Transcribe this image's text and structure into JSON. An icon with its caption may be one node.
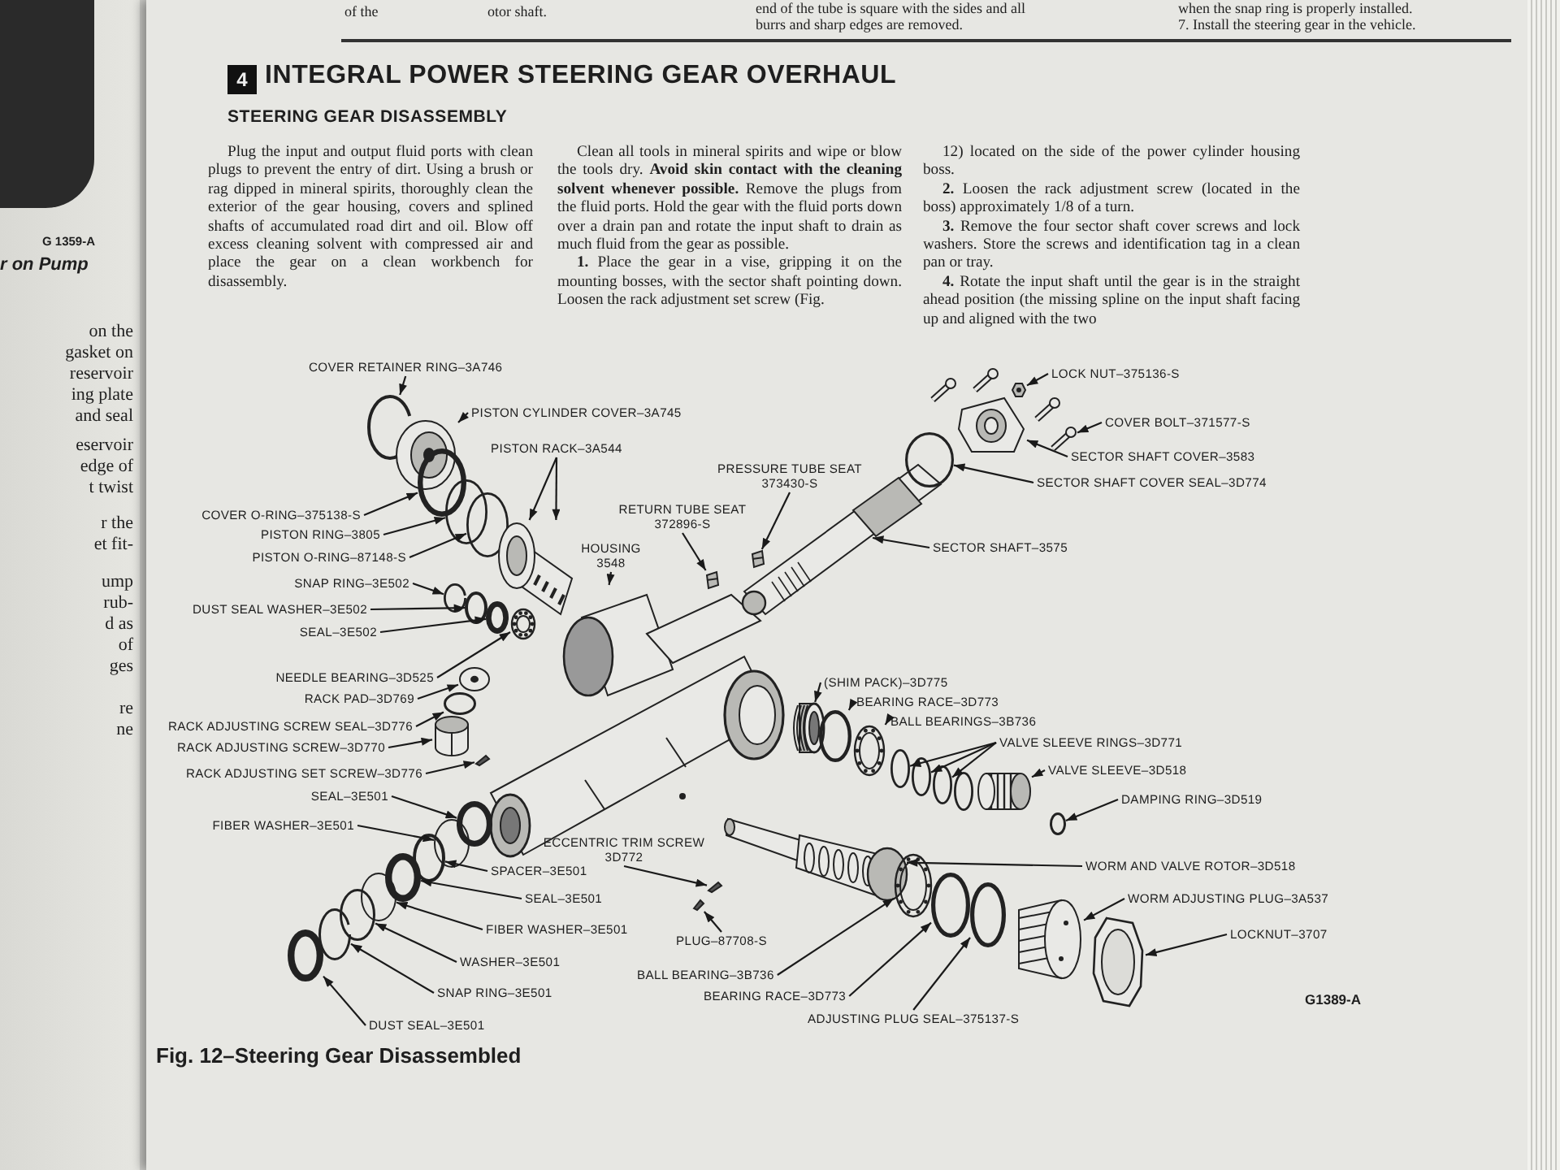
{
  "diagram": {
    "title": "INTEGRAL POWER STEERING GEAR OVERHAUL",
    "caption": "Fig. 12–Steering Gear Disassembled",
    "nodes": [
      {
        "text": [
          "COVER RETAINER RING–3A746"
        ]
      },
      {
        "text": [
          "PISTON CYLINDER COVER–3A745"
        ]
      },
      {
        "text": [
          "PISTON RACK–3A544"
        ]
      },
      {
        "text": [
          "LOCK NUT–375136-S"
        ]
      },
      {
        "text": [
          "COVER BOLT–371577-S"
        ]
      },
      {
        "text": [
          "SECTOR SHAFT COVER–3583"
        ]
      },
      {
        "text": [
          "SECTOR SHAFT COVER SEAL–3D774"
        ]
      },
      {
        "text": [
          "PRESSURE TUBE SEAT 373430-S"
        ]
      },
      {
        "text": [
          "COVER O-RING–375138-S"
        ]
      },
      {
        "text": [
          "RETURN TUBE SEAT 372896-S"
        ]
      },
      {
        "text": [
          "PISTON RING–3805"
        ]
      },
      {
        "text": [
          "SECTOR SHAFT–3575"
        ]
      },
      {
        "text": [
          "HOUSING 3548"
        ]
      },
      {
        "text": [
          "PISTON O-RING–87148-S"
        ]
      },
      {
        "text": [
          "SNAP RING–3E502"
        ]
      },
      {
        "text": [
          "DUST SEAL WASHER–3E502"
        ]
      },
      {
        "text": [
          "SEAL–3E502"
        ]
      },
      {
        "text": [
          "NEEDLE BEARING–3D525"
        ]
      },
      {
        "text": [
          "(SHIM PACK)–3D775"
        ]
      },
      {
        "text": [
          "RACK PAD–3D769"
        ]
      },
      {
        "text": [
          "BEARING RACE–3D773"
        ]
      },
      {
        "text": [
          "BALL BEARINGS–3B736"
        ]
      },
      {
        "text": [
          "RACK ADJUSTING SCREW SEAL–3D776"
        ]
      },
      {
        "text": [
          "VALVE SLEEVE RINGS–3D771"
        ]
      },
      {
        "text": [
          "RACK ADJUSTING SCREW–3D770"
        ]
      },
      {
        "text": [
          "VALVE SLEEVE–3D518"
        ]
      },
      {
        "text": [
          "RACK ADJUSTING SET SCREW–3D776"
        ]
      },
      {
        "text": [
          "SEAL–3E501"
        ]
      },
      {
        "text": [
          "DAMPING RING–3D519"
        ]
      },
      {
        "text": [
          "FIBER WASHER–3E501"
        ]
      },
      {
        "text": [
          "ECCENTRIC TRIM SCREW 3D772"
        ]
      },
      {
        "text": [
          "SPACER–3E501"
        ]
      },
      {
        "text": [
          "WORM AND VALVE ROTOR–3D518"
        ]
      },
      {
        "text": [
          "SEAL–3E501"
        ]
      },
      {
        "text": [
          "WORM ADJUSTING PLUG–3A537"
        ]
      },
      {
        "text": [
          "FIBER WASHER–3E501"
        ]
      },
      {
        "text": [
          "PLUG–87708-S"
        ]
      },
      {
        "text": [
          "LOCKNUT–3707"
        ]
      },
      {
        "text": [
          "WASHER–3E501"
        ]
      },
      {
        "text": [
          "BALL BEARING–3B736"
        ]
      },
      {
        "text": [
          "SNAP RING–3E501"
        ]
      },
      {
        "text": [
          "BEARING RACE–3D773"
        ]
      },
      {
        "text": [
          "ADJUSTING PLUG SEAL–375137-S"
        ]
      },
      {
        "text": [
          "DUST SEAL–3E501"
        ]
      },
      {
        "text": [],
        "shape": "ring"
      },
      {
        "text": [],
        "shape": "picture"
      },
      {
        "text": [],
        "shape": "ring"
      },
      {
        "text": [],
        "shape": "ring"
      },
      {
        "text": [],
        "shape": "ring"
      },
      {
        "text": [],
        "shape": "picture"
      },
      {
        "text": [],
        "shape": "ring"
      },
      {
        "text": [],
        "shape": "ring"
      },
      {
        "text": [],
        "shape": "ring"
      },
      {
        "text": [],
        "shape": "picture"
      },
      {
        "text": [],
        "shape": "picture"
      },
      {
        "text": [],
        "shape": "ring"
      },
      {
        "text": [],
        "shape": "picture"
      },
      {
        "text": [],
        "shape": "picture"
      },
      {
        "text": [],
        "shape": "picture"
      },
      {
        "text": [],
        "shape": "picture"
      },
      {
        "text": [],
        "shape": "picture"
      },
      {
        "text": [],
        "shape": "picture"
      },
      {
        "text": [],
        "shape": "picture"
      },
      {
        "text": [],
        "shape": "picture"
      },
      {
        "text": [],
        "shape": "picture"
      },
      {
        "text": [],
        "shape": "picture"
      },
      {
        "text": [],
        "shape": "picture"
      },
      {
        "text": [],
        "shape": "picture"
      },
      {
        "text": [],
        "shape": "ring"
      },
      {
        "text": [],
        "shape": "picture"
      },
      {
        "text": [],
        "shape": "ring"
      },
      {
        "text": [],
        "shape": "picture"
      },
      {
        "text": [],
        "shape": "ring"
      },
      {
        "text": [],
        "shape": "ring"
      },
      {
        "text": [],
        "shape": "ring"
      },
      {
        "text": [],
        "shape": "ring"
      },
      {
        "text": [],
        "shape": "picture"
      },
      {
        "text": [],
        "shape": "ring"
      },
      {
        "text": [],
        "shape": "picture"
      },
      {
        "text": [],
        "shape": "picture"
      },
      {
        "text": [],
        "shape": "picture"
      },
      {
        "text": [],
        "shape": "picture"
      },
      {
        "text": [],
        "shape": "ring"
      },
      {
        "text": [],
        "shape": "ring"
      },
      {
        "text": [],
        "shape": "picture"
      },
      {
        "text": [],
        "shape": "picture"
      },
      {
        "text": [],
        "shape": "ring"
      },
      {
        "text": [],
        "shape": "ring"
      },
      {
        "text": [],
        "shape": "ring"
      },
      {
        "text": [],
        "shape": "ring"
      },
      {
        "text": [],
        "shape": "ring"
      },
      {
        "text": [],
        "shape": "ring"
      },
      {
        "text": [],
        "shape": "ring"
      },
      {
        "text": [],
        "shape": "ring"
      }
    ],
    "edges": [
      {
        "from": 0,
        "to": 44,
        "arrow": "to"
      },
      {
        "from": 1,
        "to": 45,
        "arrow": "to"
      },
      {
        "from": 2,
        "to": 49,
        "arrow": "to"
      },
      {
        "from": 2,
        "to": 49,
        "arrow": "to"
      },
      {
        "from": 3,
        "to": 64,
        "arrow": "to"
      },
      {
        "from": 4,
        "to": 67,
        "arrow": "to"
      },
      {
        "from": 5,
        "to": 66,
        "arrow": "to"
      },
      {
        "from": 6,
        "to": 68,
        "arrow": "to"
      },
      {
        "from": 7,
        "to": 60,
        "arrow": "to"
      },
      {
        "from": 8,
        "to": 46,
        "arrow": "to"
      },
      {
        "from": 9,
        "to": 59,
        "arrow": "to"
      },
      {
        "from": 10,
        "to": 47,
        "arrow": "to"
      },
      {
        "from": 11,
        "to": 61,
        "arrow": "to"
      },
      {
        "from": 12,
        "to": 58,
        "arrow": "to"
      },
      {
        "from": 13,
        "to": 48,
        "arrow": "to"
      },
      {
        "from": 14,
        "to": 50,
        "arrow": "to"
      },
      {
        "from": 15,
        "to": 51,
        "arrow": "to"
      },
      {
        "from": 16,
        "to": 52,
        "arrow": "to"
      },
      {
        "from": 17,
        "to": 53,
        "arrow": "to"
      },
      {
        "from": 18,
        "to": 69,
        "arrow": "to"
      },
      {
        "from": 19,
        "to": 54,
        "arrow": "to"
      },
      {
        "from": 20,
        "to": 70,
        "arrow": "to"
      },
      {
        "from": 21,
        "to": 71,
        "arrow": "to"
      },
      {
        "from": 22,
        "to": 55,
        "arrow": "to"
      },
      {
        "from": 23,
        "to": 72,
        "arrow": "to"
      },
      {
        "from": 23,
        "to": 73,
        "arrow": "to"
      },
      {
        "from": 23,
        "to": 74,
        "arrow": "to"
      },
      {
        "from": 24,
        "to": 56,
        "arrow": "to"
      },
      {
        "from": 25,
        "to": 76,
        "arrow": "to"
      },
      {
        "from": 26,
        "to": 57,
        "arrow": "to"
      },
      {
        "from": 27,
        "to": 86,
        "arrow": "to"
      },
      {
        "from": 28,
        "to": 77,
        "arrow": "to"
      },
      {
        "from": 29,
        "to": 87,
        "arrow": "to"
      },
      {
        "from": 30,
        "to": 78,
        "arrow": "to"
      },
      {
        "from": 31,
        "to": 88,
        "arrow": "to"
      },
      {
        "from": 32,
        "to": 80,
        "arrow": "to"
      },
      {
        "from": 33,
        "to": 89,
        "arrow": "to"
      },
      {
        "from": 34,
        "to": 84,
        "arrow": "to"
      },
      {
        "from": 35,
        "to": 90,
        "arrow": "to"
      },
      {
        "from": 36,
        "to": 79,
        "arrow": "to"
      },
      {
        "from": 37,
        "to": 85,
        "arrow": "to"
      },
      {
        "from": 38,
        "to": 91,
        "arrow": "to"
      },
      {
        "from": 39,
        "to": 81,
        "arrow": "to"
      },
      {
        "from": 40,
        "to": 92,
        "arrow": "to"
      },
      {
        "from": 41,
        "to": 82,
        "arrow": "to"
      },
      {
        "from": 42,
        "to": 83,
        "arrow": "to"
      },
      {
        "from": 43,
        "to": 93,
        "arrow": "to"
      }
    ],
    "labels": [
      "of the",
      "otor shaft.",
      "end of the tube is square with the sides and all burrs and sharp edges are removed.",
      "when the snap ring is properly installed.",
      "7. Install the steering gear in the vehicle.",
      "4",
      "STEERING GEAR DISASSEMBLY",
      "Plug the input and output fluid ports with clean plugs to prevent the entry of dirt. Using a brush or rag dipped in mineral spirits, thoroughly clean the exterior of the gear housing, covers and splined shafts of accumulated road dirt and oil. Blow off excess cleaning solvent with compressed air and place the gear on a clean workbench for disassembly.",
      "Clean all tools in mineral spirits and wipe or blow the tools dry. **Avoid skin contact with the cleaning solvent whenever possible.** Remove the plugs from the fluid ports. Hold the gear with the fluid ports down over a drain pan and rotate the input shaft to drain as much fluid from the gear as possible.",
      "**1.** Place the gear in a vise, gripping it on the mounting bosses, with the sector shaft pointing down. Loosen the rack adjustment set screw (Fig.",
      "12) located on the side of the power cylinder housing boss.",
      "**2.** Loosen the rack adjustment screw (located in the boss) approximately 1/8 of a turn.",
      "**3.** Remove the four sector shaft cover screws and lock washers. Store the screws and identification tag in a clean pan or tray.",
      "**4.** Rotate the input shaft until the gear is in the straight ahead position (the missing spline on the input shaft facing up and aligned with the two",
      "G1389-A",
      "G 1359-A",
      "r on Pump",
      "on the",
      "gasket on",
      "reservoir",
      "ing plate",
      "and seal",
      "eservoir",
      "edge of",
      "t twist",
      "r the",
      "et fit-",
      "ump",
      "rub-",
      "d as",
      "of",
      "ges",
      "re",
      "ne"
    ]
  }
}
